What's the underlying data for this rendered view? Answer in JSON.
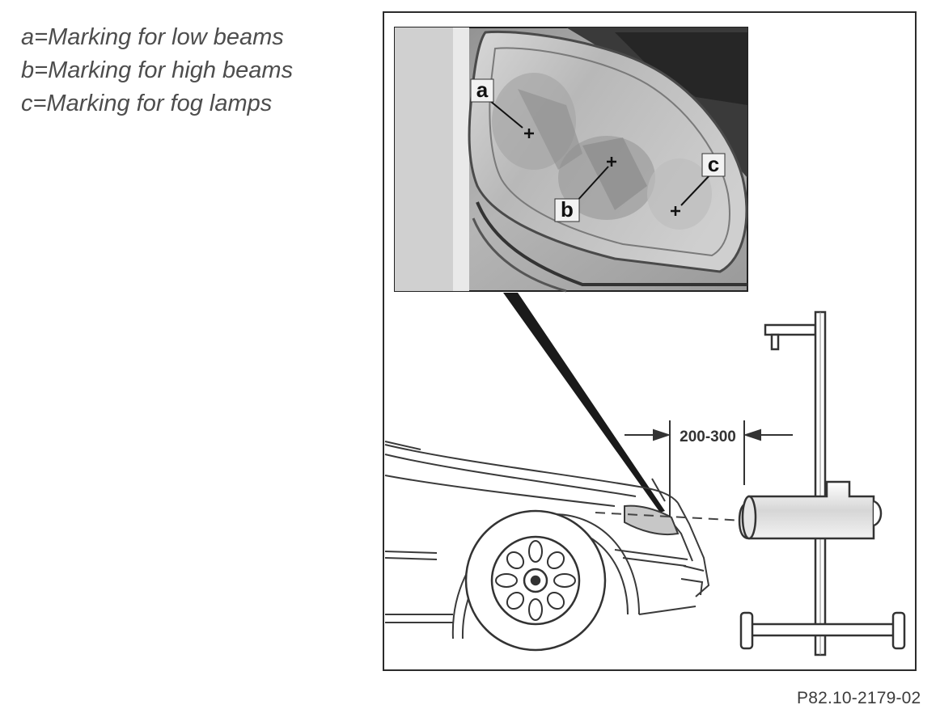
{
  "legend": {
    "items": [
      "a=Marking for low beams",
      "b=Marking for high beams",
      "c=Marking for fog lamps"
    ]
  },
  "callouts": {
    "a": "a",
    "b": "b",
    "c": "c"
  },
  "dimension": {
    "label": "200-300"
  },
  "figure": {
    "reference": "P82.10-2179-02"
  }
}
